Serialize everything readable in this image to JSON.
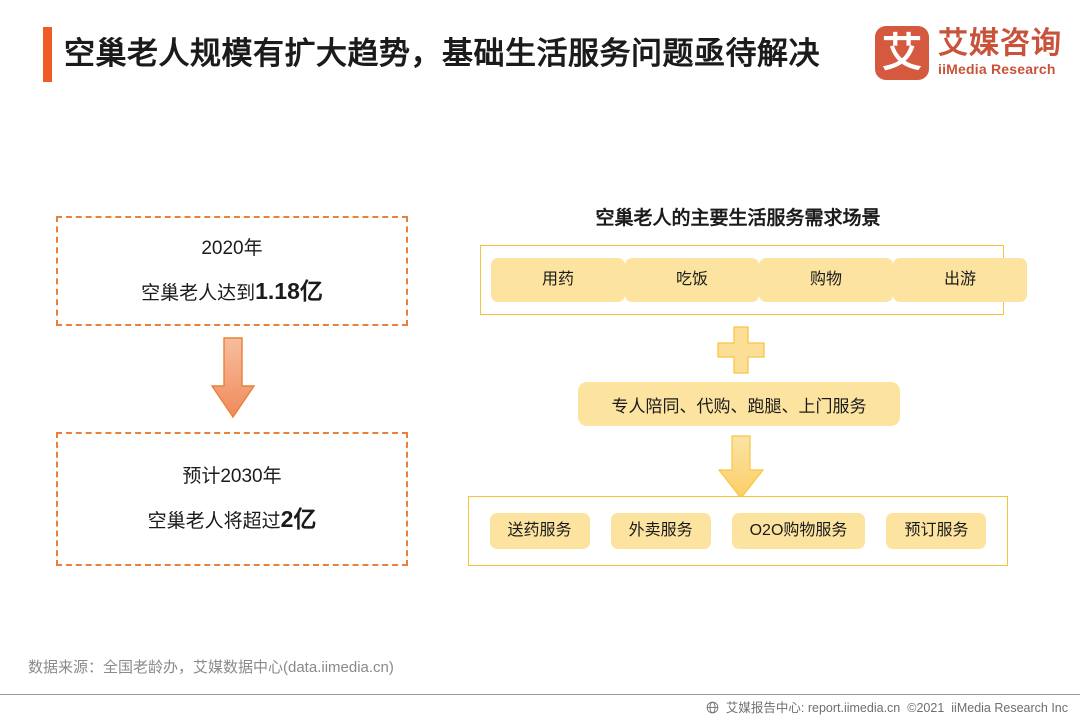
{
  "header": {
    "title": "空巢老人规模有扩大趋势，基础生活服务问题亟待解决",
    "accent_color": "#F15A29",
    "brand": {
      "mark_glyph": "艾",
      "name_cn": "艾媒咨询",
      "name_en": "iiMedia Research",
      "brand_color": "#C8533A"
    }
  },
  "left_panel": {
    "card_2020": {
      "line1": "2020年",
      "line2_prefix": "空巢老人达到",
      "line2_value": "1.18亿"
    },
    "card_2030": {
      "line1": "预计2030年",
      "line2_prefix": "空巢老人将超过",
      "line2_value": "2亿"
    },
    "arrow_icon": "down-arrow-icon",
    "border_color": "#E8813A"
  },
  "right_panel": {
    "heading": "空巢老人的主要生活服务需求场景",
    "scenarios": [
      {
        "label": "用药"
      },
      {
        "label": "吃饭"
      },
      {
        "label": "购物"
      },
      {
        "label": "出游"
      }
    ],
    "plus_icon": "plus-icon",
    "middle_bar": "专人陪同、代购、跑腿、上门服务",
    "arrow_icon": "down-arrow-icon",
    "services": [
      {
        "label": "送药服务"
      },
      {
        "label": "外卖服务"
      },
      {
        "label": "O2O购物服务"
      },
      {
        "label": "预订服务"
      }
    ],
    "chip_color": "#FCE3A0",
    "frame_color": "#F2C33C"
  },
  "footer": {
    "source": "数据来源：全国老龄办，艾媒数据中心(data.iimedia.cn)",
    "report_center": "艾媒报告中心: report.iimedia.cn",
    "copyright": "©2021",
    "company": "iiMedia Research Inc",
    "globe_icon": "globe-icon"
  }
}
